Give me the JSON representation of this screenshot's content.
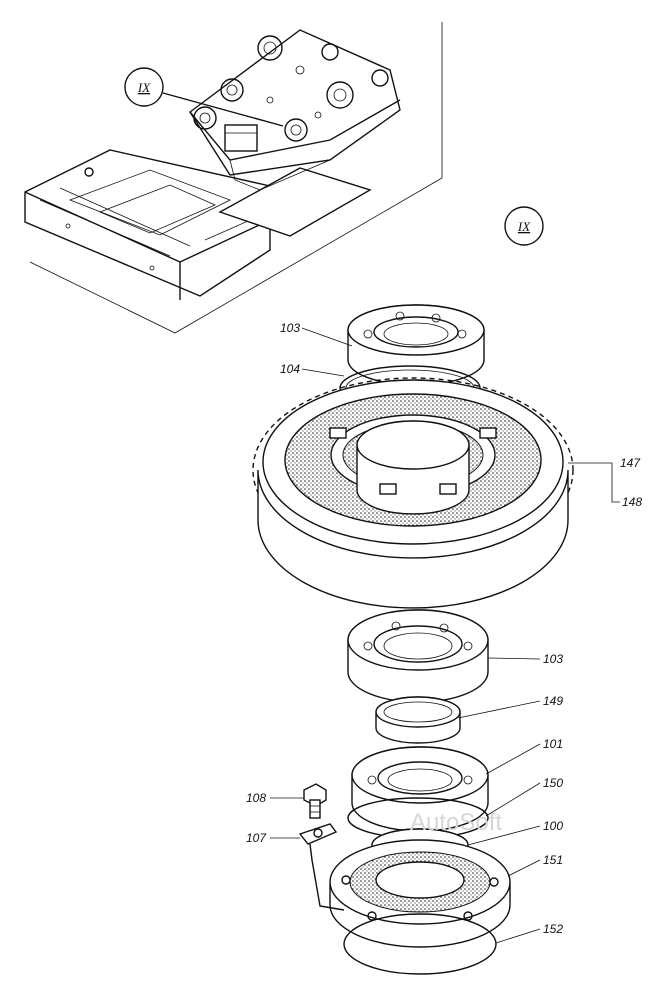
{
  "view_marker": "IX",
  "detail_marker": "IX",
  "callouts": {
    "c103_top": "103",
    "c104": "104",
    "c147": "147",
    "c148": "148",
    "c103_mid": "103",
    "c149": "149",
    "c101": "101",
    "c108": "108",
    "c150": "150",
    "c107": "107",
    "c100": "100",
    "c151": "151",
    "c152": "152"
  },
  "watermark": "AutoSoft"
}
